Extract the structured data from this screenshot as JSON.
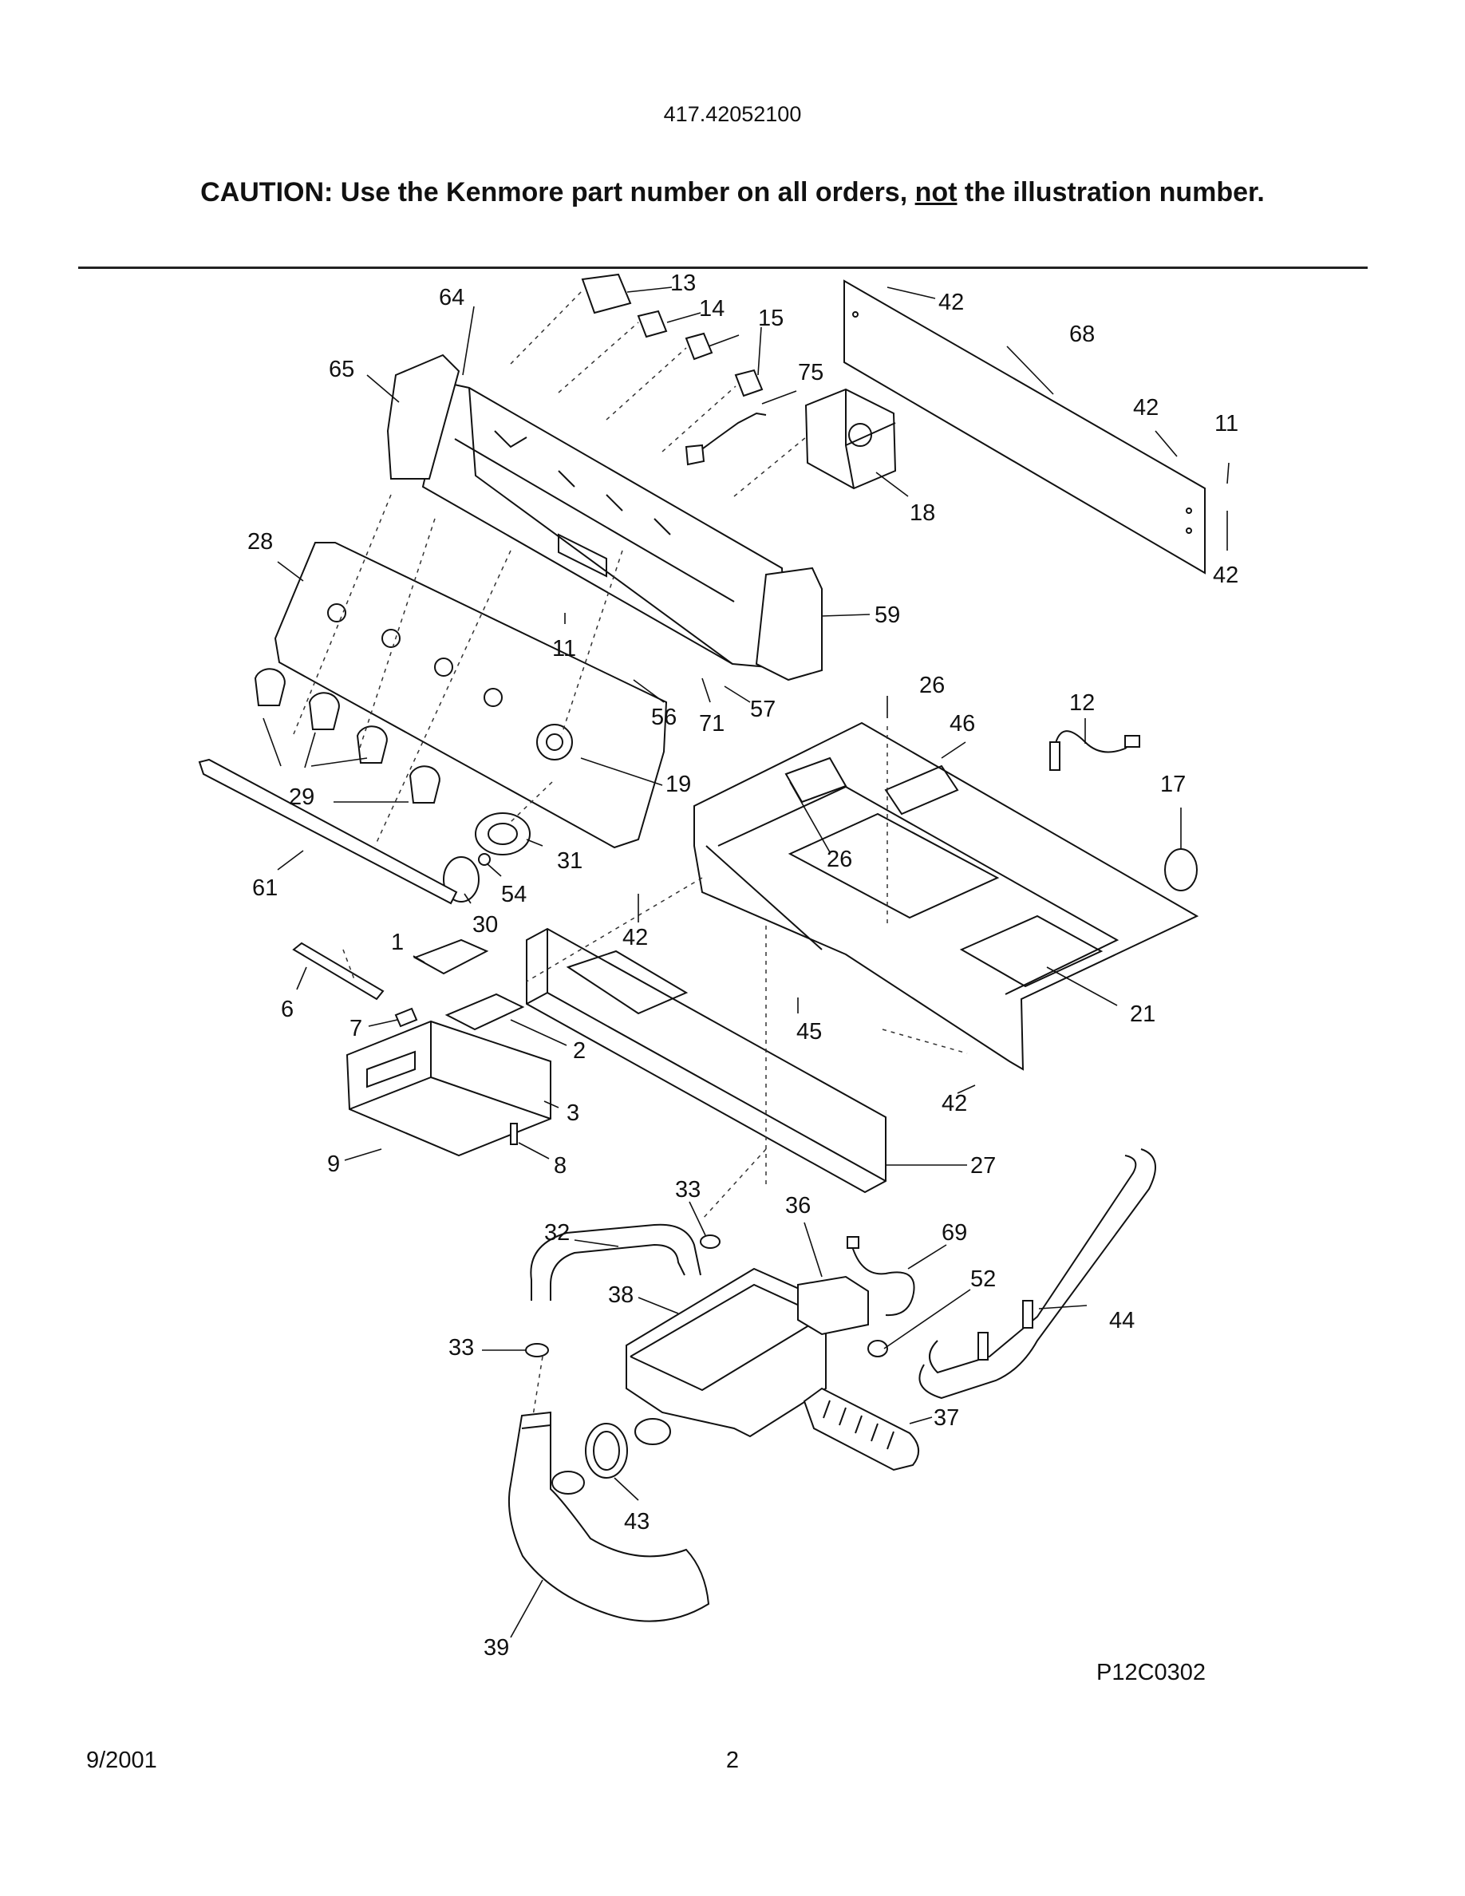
{
  "header": {
    "model_number": "417.42052100",
    "caution_prefix": "CAUTION: Use the Kenmore part number on all orders, ",
    "caution_emphasis": "not",
    "caution_suffix": " the illustration number."
  },
  "diagram": {
    "callouts": [
      "13",
      "64",
      "14",
      "15",
      "42",
      "68",
      "65",
      "75",
      "42",
      "11",
      "18",
      "28",
      "59",
      "42",
      "11",
      "26",
      "12",
      "56",
      "71",
      "57",
      "46",
      "17",
      "19",
      "29",
      "26",
      "31",
      "61",
      "54",
      "42",
      "30",
      "1",
      "21",
      "6",
      "45",
      "7",
      "2",
      "42",
      "3",
      "27",
      "9",
      "8",
      "33",
      "36",
      "32",
      "69",
      "52",
      "38",
      "44",
      "33",
      "37",
      "43",
      "39"
    ],
    "figure_id": "P12C0302"
  },
  "footer": {
    "date": "9/2001",
    "page_number": "2"
  }
}
